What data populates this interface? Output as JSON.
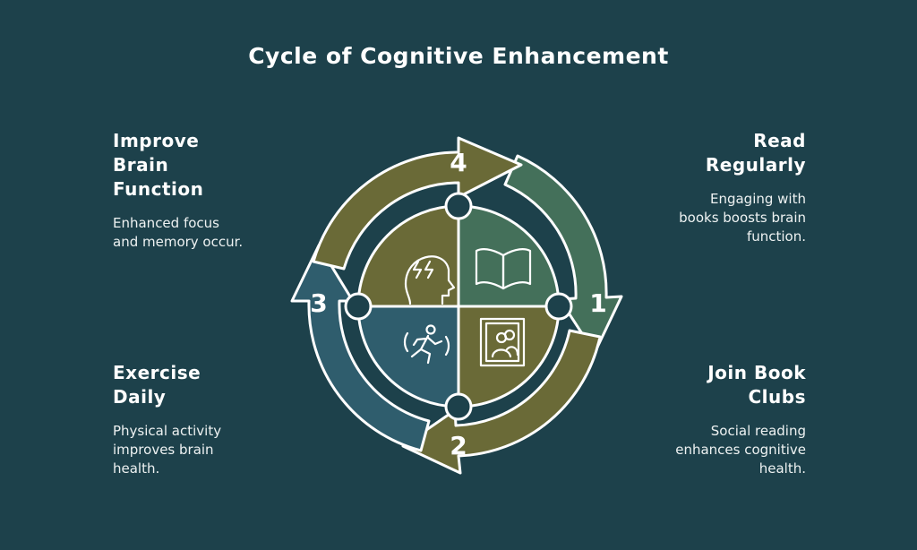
{
  "title": "Cycle of Cognitive Enhancement",
  "colors": {
    "background": "#1d414b",
    "green": "#44705a",
    "olive": "#6a6a37",
    "teal": "#2f5d6d",
    "stroke": "#ffffff"
  },
  "steps": [
    {
      "number": "1",
      "heading_lines": [
        "Read",
        "Regularly"
      ],
      "description_lines": [
        "Engaging with",
        "books boosts brain",
        "function."
      ],
      "icon": "book-icon",
      "color": "#44705a"
    },
    {
      "number": "2",
      "heading_lines": [
        "Join Book",
        "Clubs"
      ],
      "description_lines": [
        "Social reading",
        "enhances cognitive",
        "health."
      ],
      "icon": "book-club-icon",
      "color": "#6a6a37"
    },
    {
      "number": "3",
      "heading_lines": [
        "Exercise",
        "Daily"
      ],
      "description_lines": [
        "Physical activity",
        "improves brain",
        "health."
      ],
      "icon": "running-person-icon",
      "color": "#2f5d6d"
    },
    {
      "number": "4",
      "heading_lines": [
        "Improve",
        "Brain",
        "Function"
      ],
      "description_lines": [
        "Enhanced focus",
        "and memory occur."
      ],
      "icon": "brain-head-icon",
      "color": "#6a6a37"
    }
  ]
}
